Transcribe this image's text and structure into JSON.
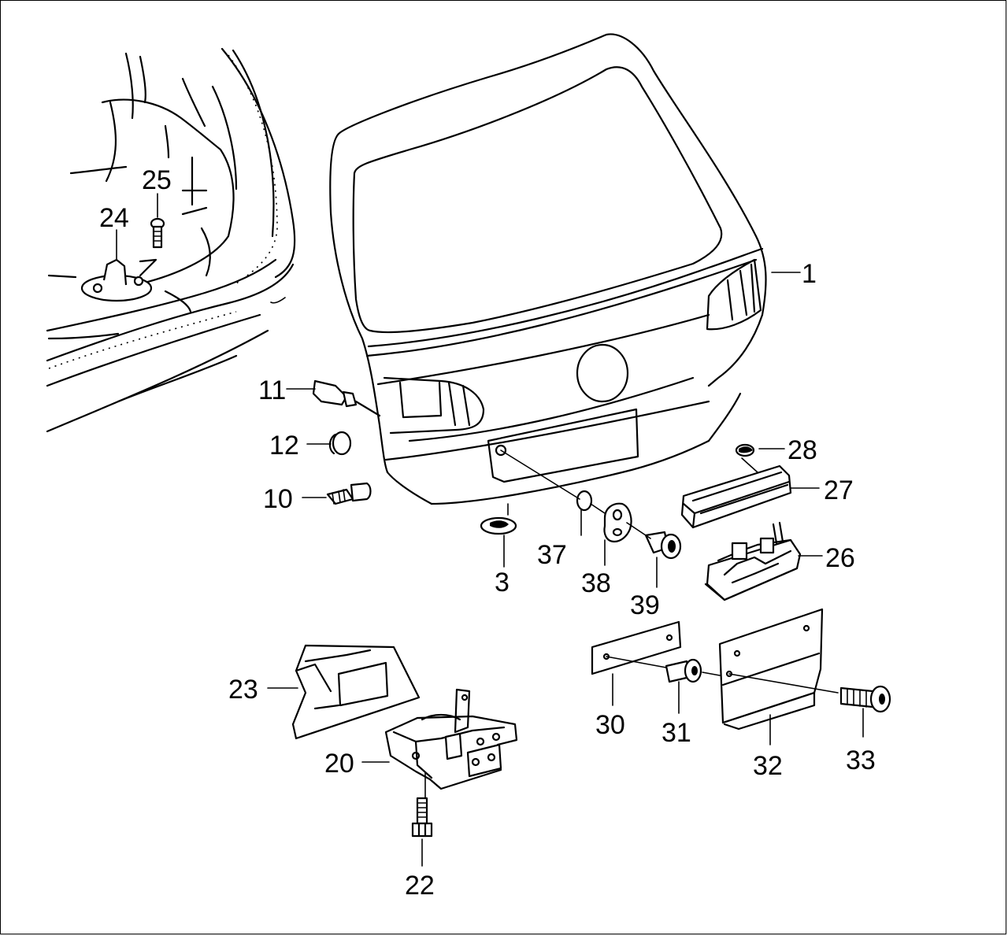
{
  "callouts": {
    "c1": "1",
    "c3": "3",
    "c10": "10",
    "c11": "11",
    "c12": "12",
    "c20": "20",
    "c22": "22",
    "c23": "23",
    "c24": "24",
    "c25": "25",
    "c26": "26",
    "c27": "27",
    "c28": "28",
    "c30": "30",
    "c31": "31",
    "c32": "32",
    "c33": "33",
    "c37": "37",
    "c38": "38",
    "c39": "39"
  }
}
